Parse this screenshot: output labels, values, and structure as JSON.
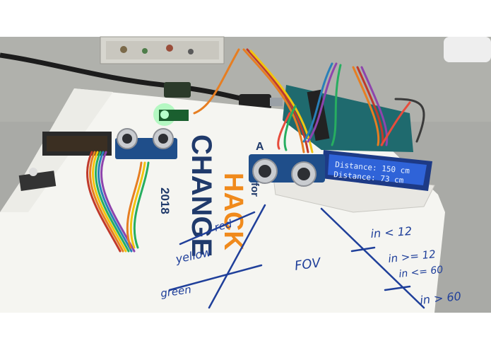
{
  "photo": {
    "lcd": {
      "line1": "Distance: 150 cm",
      "line2": "Distance: 73 cm"
    },
    "poster": {
      "word_a": "A",
      "word_hack": "HACK",
      "word_for": "for",
      "word_change": "CHANGE",
      "year": "2018"
    },
    "handwriting": {
      "red": "red",
      "yellow": "yellow",
      "green": "green",
      "fov": "FOV",
      "cond1": "in < 12",
      "cond2": "in >= 12",
      "cond3": "in <= 60",
      "cond4": "in > 60"
    },
    "colors": {
      "lcd_blue": "#2f63d8",
      "led_green": "#3cff6a",
      "poster_orange": "#f08a1c",
      "poster_navy": "#203a6b",
      "ink_blue": "#1f3f9a"
    }
  }
}
